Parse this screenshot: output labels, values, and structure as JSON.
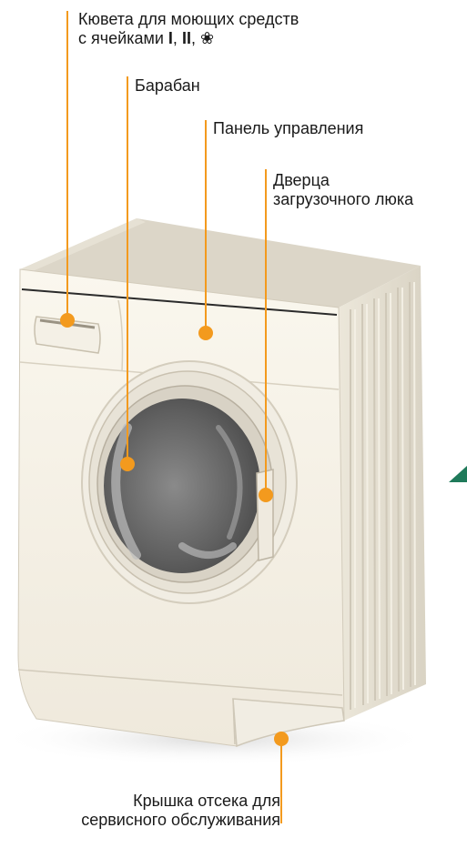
{
  "labels": {
    "dispenser_line1": "Кювета для моющих средств",
    "dispenser_line2_prefix": "с ячейками ",
    "dispenser_cell1": "I",
    "dispenser_sep1": ", ",
    "dispenser_cell2": "II",
    "dispenser_sep2": ", ",
    "dispenser_cell3_symbol": "❀",
    "drum": "Барабан",
    "control_panel": "Панель управления",
    "door_line1": "Дверца",
    "door_line2": "загрузочного люка",
    "service_line1": "Крышка отсека для",
    "service_line2": "сервисного обслуживания"
  },
  "colors": {
    "callout": "#f39a1e",
    "machine_body": "#f5f1e6",
    "machine_side": "#e4ded0",
    "machine_top": "#d8d2c4",
    "porthole_glass": "#6e6e6e",
    "accent_triangle": "#1f7a5a"
  }
}
